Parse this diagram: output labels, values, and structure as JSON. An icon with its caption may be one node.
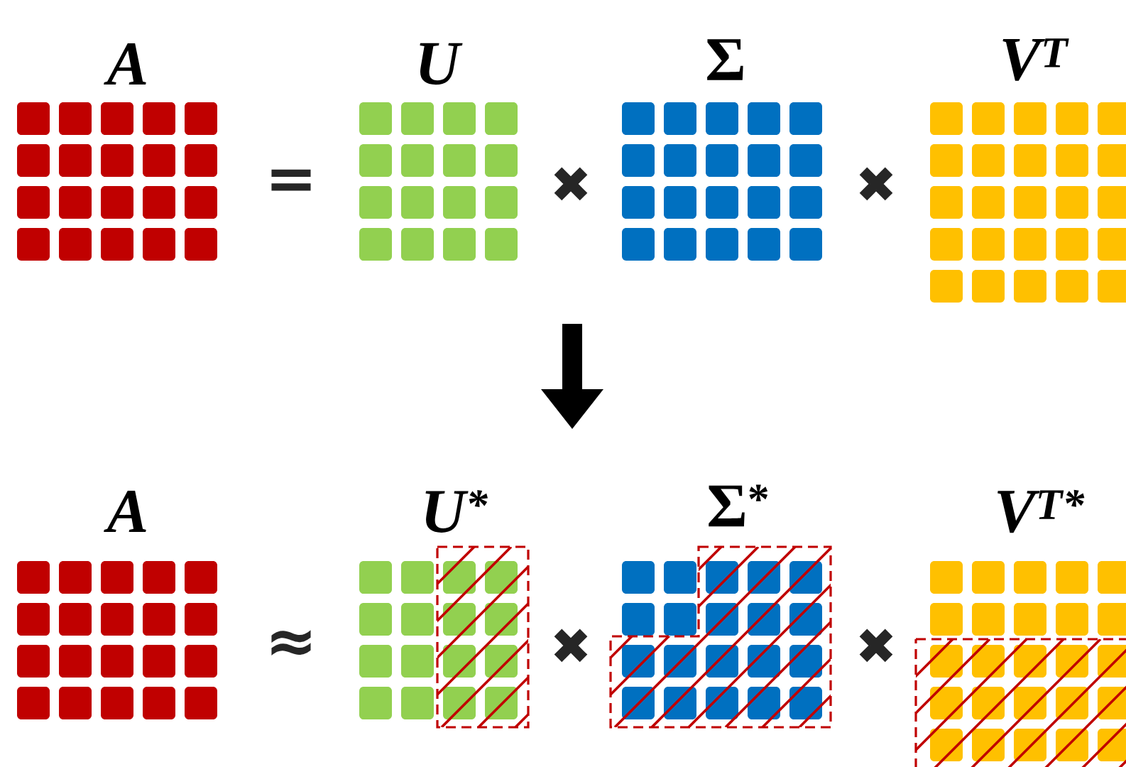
{
  "diagram": {
    "nodes": [
      {
        "text": [
          "A"
        ]
      },
      {
        "text": [
          "U"
        ]
      },
      {
        "text": [
          "Σ"
        ]
      },
      {
        "text": [
          "V$^{T}$"
        ]
      },
      {
        "text": [
          "A"
        ]
      },
      {
        "text": [
          "U$^{*}$"
        ]
      },
      {
        "text": [
          "Σ$^{*}$"
        ]
      },
      {
        "text": [
          "V$^{T*}$"
        ]
      }
    ],
    "labels": [
      "=",
      "✖",
      "✖",
      "≈",
      "✖",
      "✖"
    ]
  }
}
